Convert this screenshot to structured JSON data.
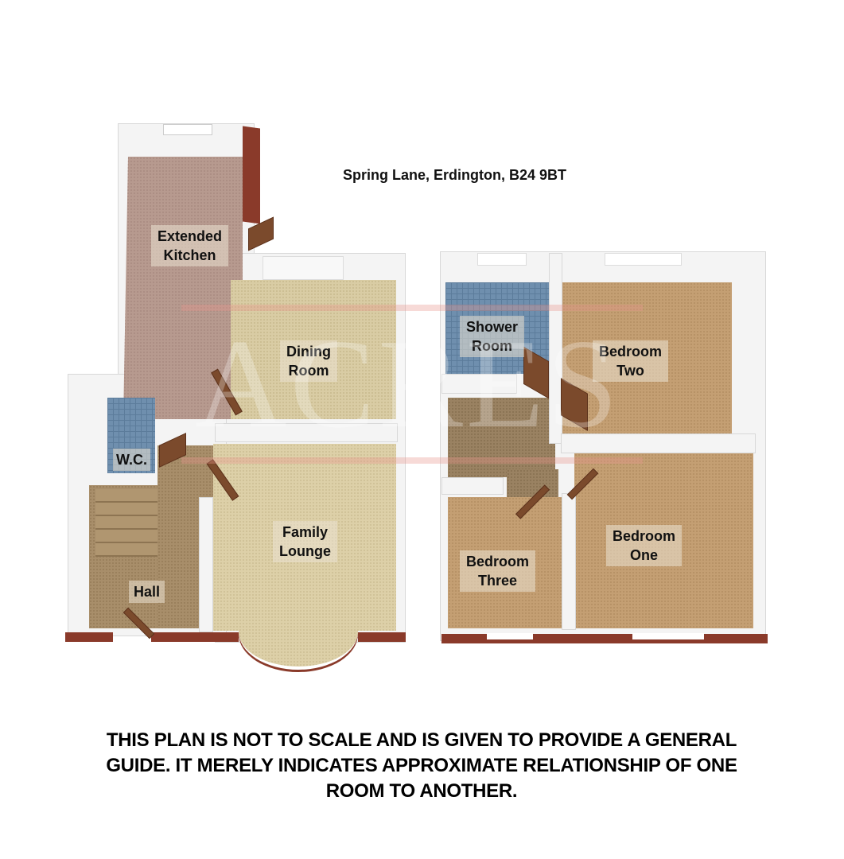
{
  "plan": {
    "address": "Spring Lane, Erdington, B24 9BT",
    "watermark": "ACRES",
    "disclaimer_lines": [
      "THIS PLAN IS NOT TO SCALE AND IS GIVEN TO PROVIDE A GENERAL",
      "GUIDE. IT MERELY INDICATES APPROXIMATE RELATIONSHIP OF ONE",
      "ROOM TO ANOTHER."
    ]
  },
  "ground_floor": {
    "rooms": [
      {
        "id": "extended-kitchen",
        "line1": "Extended",
        "line2": "Kitchen",
        "floor_color": "#b79a8f"
      },
      {
        "id": "dining-room",
        "line1": "Dining",
        "line2": "Room",
        "floor_color": "#d9cca4"
      },
      {
        "id": "wc",
        "line1": "W.C.",
        "line2": "",
        "floor_color": "#6f8fae"
      },
      {
        "id": "family-lounge",
        "line1": "Family",
        "line2": "Lounge",
        "floor_color": "#ddd0a8"
      },
      {
        "id": "hall",
        "line1": "Hall",
        "line2": "",
        "floor_color": "#a88e6a"
      }
    ]
  },
  "first_floor": {
    "rooms": [
      {
        "id": "shower-room",
        "line1": "Shower",
        "line2": "Room",
        "floor_color": "#6f8fae"
      },
      {
        "id": "bedroom-two",
        "line1": "Bedroom",
        "line2": "Two",
        "floor_color": "#c49f73"
      },
      {
        "id": "bedroom-three",
        "line1": "Bedroom",
        "line2": "Three",
        "floor_color": "#c49f73"
      },
      {
        "id": "bedroom-one",
        "line1": "Bedroom",
        "line2": "One",
        "floor_color": "#c49f73"
      }
    ]
  },
  "colors": {
    "wall": "#f4f4f4",
    "brick": "#8a3a2a",
    "door": "#7b4a2c",
    "text": "#111111"
  }
}
